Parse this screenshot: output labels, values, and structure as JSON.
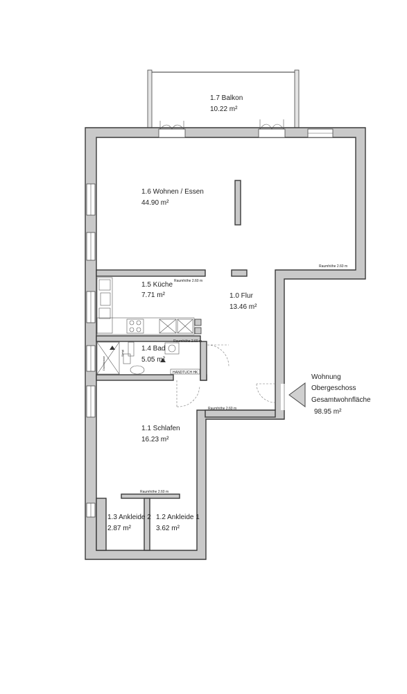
{
  "rooms": {
    "balkon": {
      "name": "1.7 Balkon",
      "area": "10.22 m²"
    },
    "wohnen": {
      "name": "1.6 Wohnen / Essen",
      "area": "44.90 m²"
    },
    "kueche": {
      "name": "1.5 Küche",
      "area": "7.71 m²"
    },
    "flur": {
      "name": "1.0 Flur",
      "area": "13.46 m²"
    },
    "bad": {
      "name": "1.4 Bad",
      "area": "5.05 m²"
    },
    "schlafen": {
      "name": "1.1 Schlafen",
      "area": "16.23 m²"
    },
    "ankleide2": {
      "name": "1.3 Ankleide 2",
      "area": "2.87 m²"
    },
    "ankleide1": {
      "name": "1.2 Ankleide 1",
      "area": "3.62 m²"
    }
  },
  "labels": {
    "raumhoehe": "Raumhöhe 2.60 m",
    "handtuch": "HANDTUCH HK",
    "dusche": "Duschtasse",
    "riser": "Steigl."
  },
  "summary": {
    "line1": "Wohnung",
    "line2": "Obergeschoss",
    "line3": "Gesamtwohnfläche",
    "total": "98.95 m²"
  }
}
